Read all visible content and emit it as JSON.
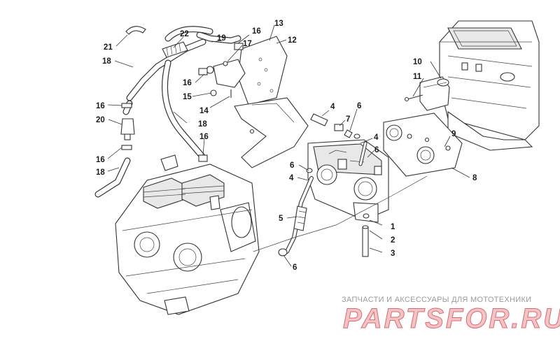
{
  "watermark": {
    "subtitle": "ЗАПЧАСТИ И АКСЕССУАРЫ ДЛЯ МОТОТЕХНИКИ",
    "logo": "PARTSFOR.RU"
  },
  "callouts": [
    {
      "id": "c1",
      "label": "1"
    },
    {
      "id": "c2",
      "label": "2"
    },
    {
      "id": "c3",
      "label": "3"
    },
    {
      "id": "c4a",
      "label": "4"
    },
    {
      "id": "c4b",
      "label": "4"
    },
    {
      "id": "c4c",
      "label": "4"
    },
    {
      "id": "c5",
      "label": "5"
    },
    {
      "id": "c6a",
      "label": "6"
    },
    {
      "id": "c6b",
      "label": "6"
    },
    {
      "id": "c6c",
      "label": "6"
    },
    {
      "id": "c6d",
      "label": "6"
    },
    {
      "id": "c7",
      "label": "7"
    },
    {
      "id": "c8",
      "label": "8"
    },
    {
      "id": "c9",
      "label": "9"
    },
    {
      "id": "c10",
      "label": "10"
    },
    {
      "id": "c11",
      "label": "11"
    },
    {
      "id": "c12",
      "label": "12"
    },
    {
      "id": "c13",
      "label": "13"
    },
    {
      "id": "c14",
      "label": "14"
    },
    {
      "id": "c15",
      "label": "15"
    },
    {
      "id": "c16a",
      "label": "16"
    },
    {
      "id": "c16b",
      "label": "16"
    },
    {
      "id": "c16c",
      "label": "16"
    },
    {
      "id": "c16d",
      "label": "16"
    },
    {
      "id": "c16e",
      "label": "16"
    },
    {
      "id": "c17",
      "label": "17"
    },
    {
      "id": "c18a",
      "label": "18"
    },
    {
      "id": "c18b",
      "label": "18"
    },
    {
      "id": "c18c",
      "label": "18"
    },
    {
      "id": "c19",
      "label": "19"
    },
    {
      "id": "c20",
      "label": "20"
    },
    {
      "id": "c21",
      "label": "21"
    },
    {
      "id": "c22",
      "label": "22"
    }
  ]
}
